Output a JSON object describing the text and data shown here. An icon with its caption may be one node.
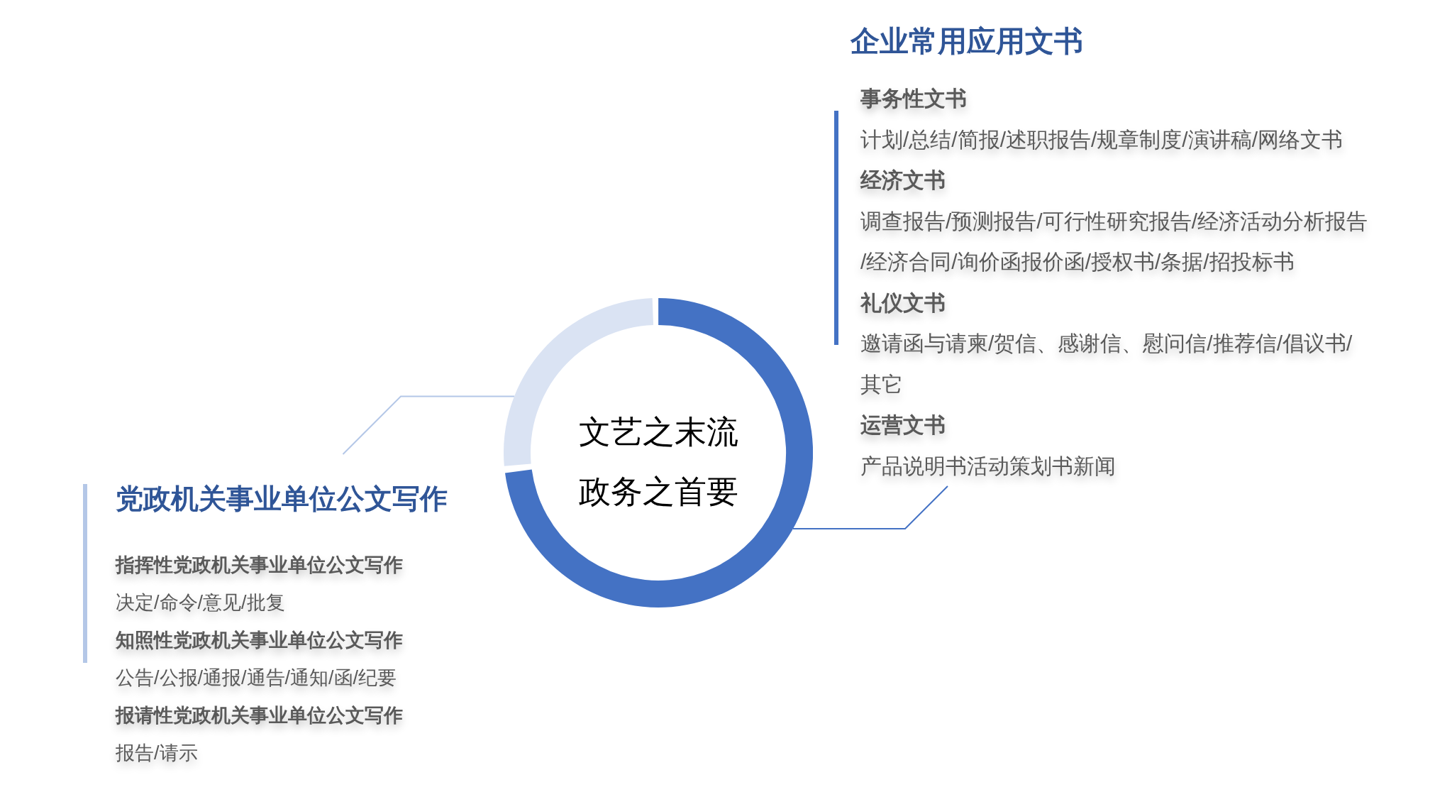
{
  "diagram": {
    "nodes": [
      {
        "text": [
          "企业常用应用文书",
          "事务性文书",
          "计划/总结/简报/述职报告/规章制度/演讲稿/网络文书",
          "经济文书",
          "调查报告/预测报告/可行性研究报告/经济活动分析报告/经济合同/询价函报价函/授权书/条据/招投标书",
          "礼仪文书",
          "邀请函与请柬/贺信、感谢信、慰问信/推荐信/倡议书/其它",
          "运营文书",
          "产品说明书活动策划书新闻"
        ]
      },
      {
        "text": [
          "文艺之末流",
          "政务之首要"
        ]
      },
      {
        "text": [],
        "shape": "arc",
        "in": 1
      },
      {
        "text": [],
        "shape": "arc",
        "in": 1
      },
      {
        "text": [
          "党政机关事业单位公文写作",
          "指挥性党政机关事业单位公文写作",
          "决定/命令/意见/批复",
          "知照性党政机关事业单位公文写作",
          "公告/公报/通报/通告/通知/函/纪要",
          "报请性党政机关事业单位公文写作",
          "报告/请示"
        ]
      }
    ],
    "edges": [
      {
        "from": 0,
        "to": 3,
        "arrow": "none",
        "color": "#4472c4"
      },
      {
        "from": 4,
        "to": 2,
        "arrow": "none",
        "color": "#b4c7e7"
      }
    ]
  }
}
